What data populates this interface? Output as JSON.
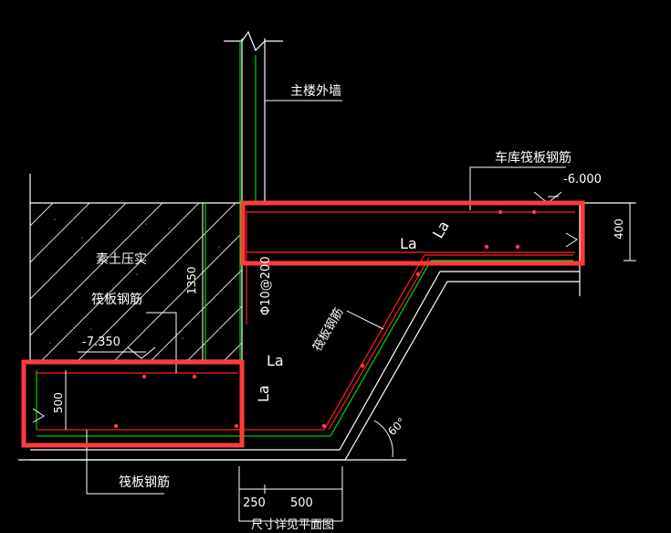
{
  "drawing": {
    "labels": {
      "main_wall": "主楼外墙",
      "garage_slab_rebar": "车库筏板钢筋",
      "elev_top": "-6.000",
      "dim_400": "400",
      "la_top_1": "La",
      "la_top_2": "La",
      "compacted_soil": "素土压实",
      "slab_rebar_left": "筏板钢筋",
      "dim_1350": "1350",
      "rebar_spec": "Φ10@200",
      "slab_rebar_slope": "筏板钢筋",
      "elev_bottom": "-7.350",
      "la_mid_1": "La",
      "la_mid_2": "La",
      "dim_500": "500",
      "angle": "60°",
      "slab_rebar_bottom": "筏板钢筋",
      "dim_250": "250",
      "dim_500_b": "500",
      "plan_note": "尺寸详见平面图"
    },
    "colors": {
      "background": "#000000",
      "outline": "#ffffff",
      "rebar_red": "#ff2020",
      "rebar_green": "#00ff00",
      "highlight": "#ff3b3b",
      "text": "#ffffff",
      "dot": "#ff4040"
    }
  }
}
